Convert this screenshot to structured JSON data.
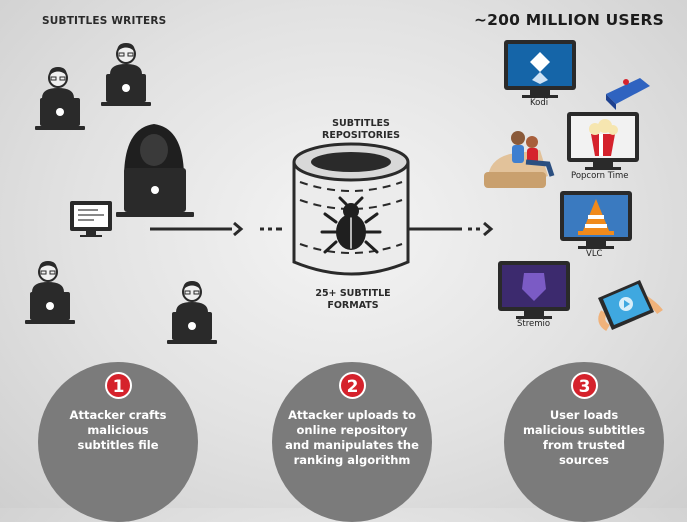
{
  "header": {
    "writers_title": "SUBTITLES WRITERS",
    "users_title": "~200 MILLION USERS"
  },
  "center": {
    "repositories_title": "SUBTITLES\nREPOSITORIES",
    "formats_label": "25+ SUBTITLE\nFORMATS"
  },
  "apps": {
    "kodi": "Kodi",
    "popcorn": "Popcorn Time",
    "vlc": "VLC",
    "stremio": "Stremio"
  },
  "steps": [
    {
      "number": "1",
      "text": "Attacker crafts\nmalicious\nsubtitles file"
    },
    {
      "number": "2",
      "text": "Attacker uploads to\nonline repository\nand manipulates the\nranking algorithm"
    },
    {
      "number": "3",
      "text": "User loads\nmalicious subtitles\nfrom trusted\nsources"
    }
  ],
  "colors": {
    "accent_red": "#d5222c",
    "dark": "#2b2b2b",
    "circle_gray": "#7b7b7b"
  }
}
